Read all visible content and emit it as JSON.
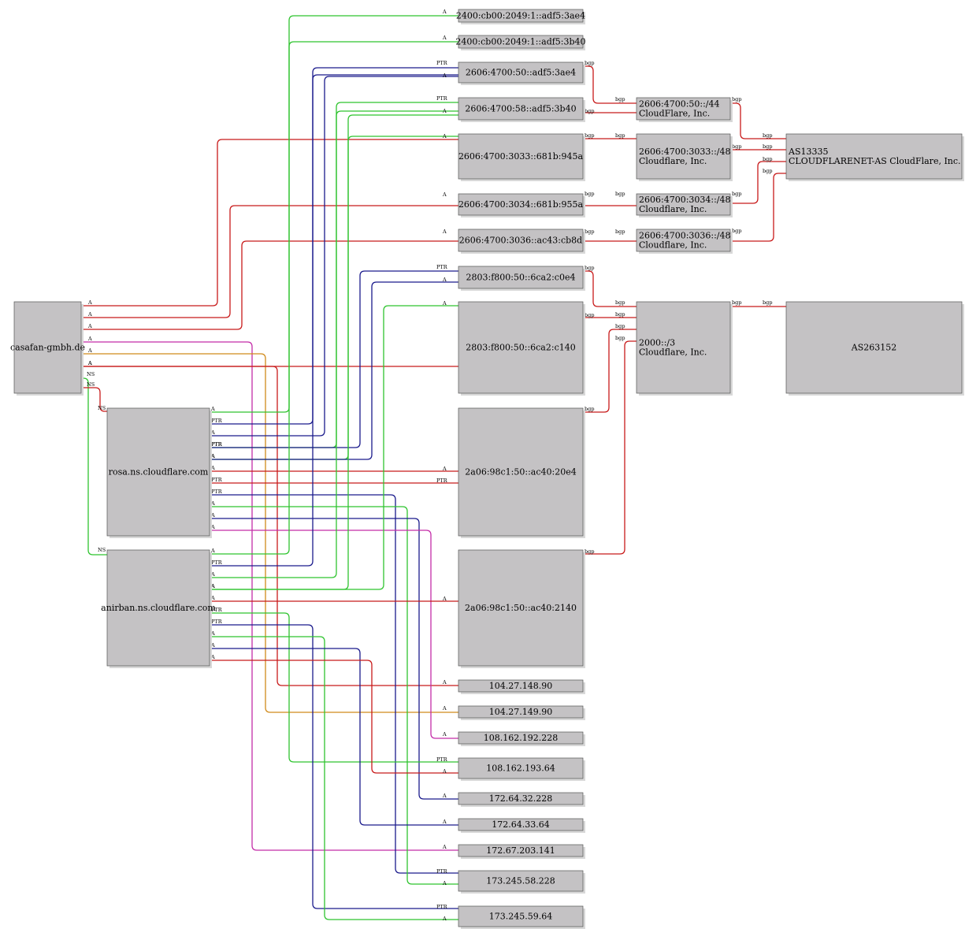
{
  "colors": {
    "red": "#c81a1a",
    "green": "#2fc42f",
    "blue": "#1a1a8c",
    "magenta": "#c42ca8",
    "orange": "#d08a1a"
  },
  "nodes": [
    {
      "id": "domain",
      "lines": [
        "casafan-gmbh.de"
      ]
    },
    {
      "id": "ns_rosa",
      "lines": [
        "rosa.ns.cloudflare.com"
      ]
    },
    {
      "id": "ns_anirban",
      "lines": [
        "anirban.ns.cloudflare.com"
      ]
    },
    {
      "id": "ip6_1",
      "lines": [
        "2400:cb00:2049:1::adf5:3ae4"
      ]
    },
    {
      "id": "ip6_2",
      "lines": [
        "2400:cb00:2049:1::adf5:3b40"
      ]
    },
    {
      "id": "ip6_3",
      "lines": [
        "2606:4700:50::adf5:3ae4"
      ]
    },
    {
      "id": "ip6_4",
      "lines": [
        "2606:4700:58::adf5:3b40"
      ]
    },
    {
      "id": "ip6_5",
      "lines": [
        "2606:4700:3033::681b:945a"
      ]
    },
    {
      "id": "ip6_6",
      "lines": [
        "2606:4700:3034::681b:955a"
      ]
    },
    {
      "id": "ip6_7",
      "lines": [
        "2606:4700:3036::ac43:cb8d"
      ]
    },
    {
      "id": "ip6_8",
      "lines": [
        "2803:f800:50::6ca2:c0e4"
      ]
    },
    {
      "id": "ip6_9",
      "lines": [
        "2803:f800:50::6ca2:c140"
      ]
    },
    {
      "id": "ip6_10",
      "lines": [
        "2a06:98c1:50::ac40:20e4"
      ]
    },
    {
      "id": "ip6_11",
      "lines": [
        "2a06:98c1:50::ac40:2140"
      ]
    },
    {
      "id": "ip4_1",
      "lines": [
        "104.27.148.90"
      ]
    },
    {
      "id": "ip4_2",
      "lines": [
        "104.27.149.90"
      ]
    },
    {
      "id": "ip4_3",
      "lines": [
        "108.162.192.228"
      ]
    },
    {
      "id": "ip4_4",
      "lines": [
        "108.162.193.64"
      ]
    },
    {
      "id": "ip4_5",
      "lines": [
        "172.64.32.228"
      ]
    },
    {
      "id": "ip4_6",
      "lines": [
        "172.64.33.64"
      ]
    },
    {
      "id": "ip4_7",
      "lines": [
        "172.67.203.141"
      ]
    },
    {
      "id": "ip4_8",
      "lines": [
        "173.245.58.228"
      ]
    },
    {
      "id": "ip4_9",
      "lines": [
        "173.245.59.64"
      ]
    },
    {
      "id": "pfx_1",
      "lines": [
        "2606:4700:50::/44",
        "CloudFlare, Inc."
      ]
    },
    {
      "id": "pfx_2",
      "lines": [
        "2606:4700:3033::/48",
        "Cloudflare, Inc."
      ]
    },
    {
      "id": "pfx_3",
      "lines": [
        "2606:4700:3034::/48",
        "Cloudflare, Inc."
      ]
    },
    {
      "id": "pfx_4",
      "lines": [
        "2606:4700:3036::/48",
        "Cloudflare, Inc."
      ]
    },
    {
      "id": "pfx_5",
      "lines": [
        "2000::/3",
        "Cloudflare, Inc."
      ]
    },
    {
      "id": "as_1",
      "lines": [
        "AS13335",
        "CLOUDFLARENET-AS CloudFlare, Inc."
      ]
    },
    {
      "id": "as_2",
      "lines": [
        "AS263152"
      ]
    }
  ],
  "edge_labels": {
    "a": "A",
    "ptr": "PTR",
    "ns": "NS",
    "bgp": "bgp"
  }
}
